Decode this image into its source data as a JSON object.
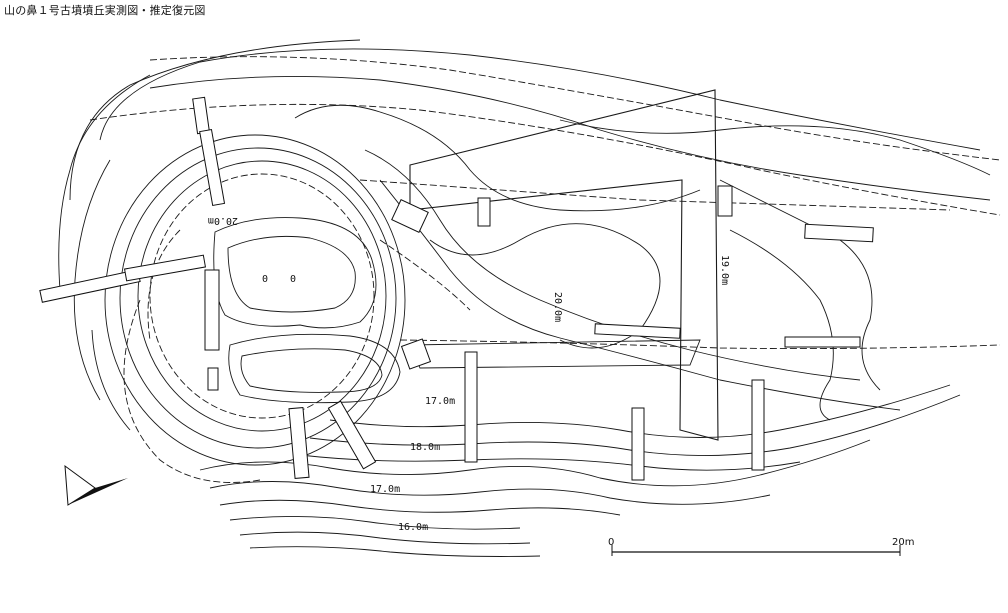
{
  "caption": "山の鼻１号古墳墳丘実測図・推定復元図",
  "contour_labels": {
    "m20a": "20.0m",
    "m20b": "20.0m",
    "m19": "19.0m",
    "m17": "17.0m",
    "m18": "18.0m",
    "m17b": "17.0m",
    "m16": "16.0m"
  },
  "scale": {
    "start": "0",
    "end": "20m"
  },
  "icons": {
    "north": "north-arrow-icon"
  }
}
